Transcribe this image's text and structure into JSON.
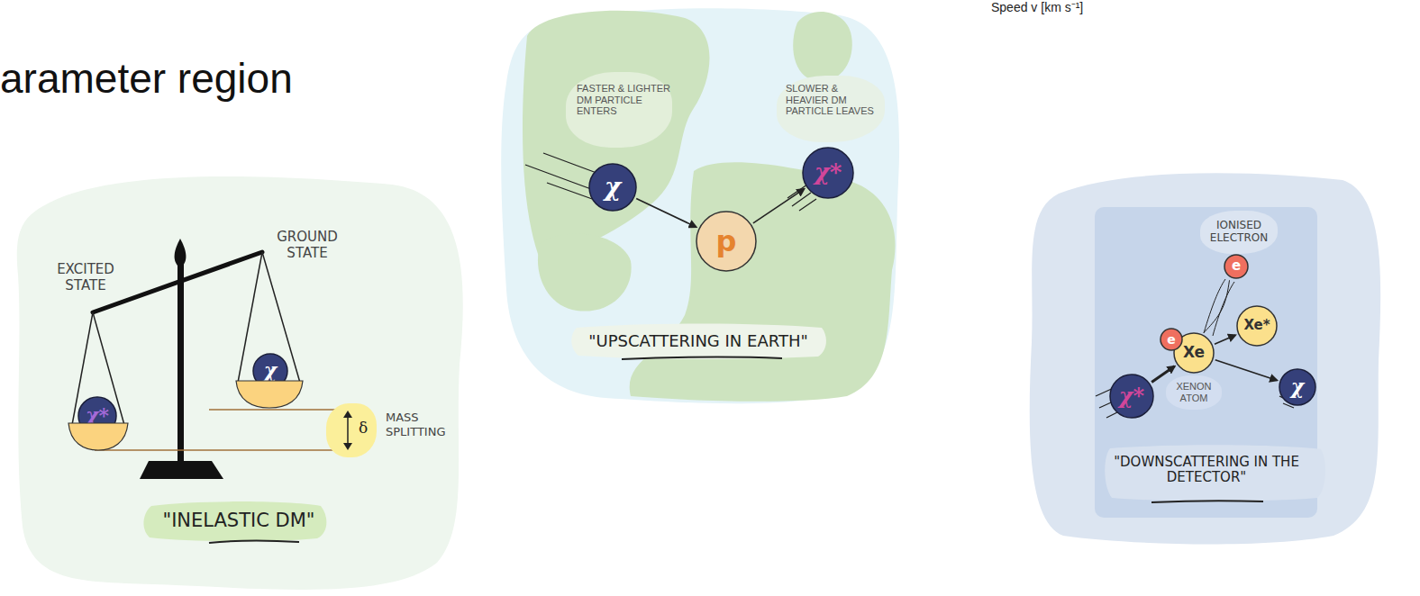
{
  "diagram": {
    "title": "arameter region",
    "nodes": [
      {
        "text": [
          "\"INELASTIC DM\""
        ]
      },
      {
        "text": [
          "χ*"
        ],
        "in": 0
      },
      {
        "text": [
          "χ"
        ],
        "in": 0
      },
      {
        "text": [
          "δ"
        ],
        "in": 0
      },
      {
        "text": [
          "\"UPSCATTERING IN EARTH\""
        ]
      },
      {
        "text": [
          "FASTER & LIGHTER DM PARTICLE ENTERS"
        ],
        "in": 4
      },
      {
        "text": [
          "SLOWER & HEAVIER DM PARTICLE LEAVES"
        ],
        "in": 4
      },
      {
        "text": [
          "χ"
        ],
        "in": 4
      },
      {
        "text": [
          "p"
        ],
        "in": 4
      },
      {
        "text": [
          "χ*"
        ],
        "in": 4
      },
      {
        "text": [
          "\"DOWNSCATTERING IN THE DETECTOR\""
        ]
      },
      {
        "text": [
          "IONISED ELECTRON"
        ],
        "in": 10
      },
      {
        "text": [
          "e"
        ],
        "in": 10
      },
      {
        "text": [
          "χ*"
        ],
        "in": 10
      },
      {
        "text": [
          "e"
        ],
        "in": 10
      },
      {
        "text": [
          "Xe",
          "XENON ATOM"
        ],
        "in": 10
      },
      {
        "text": [
          "Xe*"
        ],
        "in": 10
      },
      {
        "text": [
          "χ"
        ],
        "in": 10
      }
    ],
    "edges": [
      {
        "from": 7,
        "to": 8,
        "arrow": "to"
      },
      {
        "from": 8,
        "to": 9,
        "arrow": "to"
      },
      {
        "from": 13,
        "to": 15,
        "arrow": "to"
      },
      {
        "from": 15,
        "to": 12,
        "arrow": "none"
      },
      {
        "from": 15,
        "to": 16,
        "arrow": "to"
      },
      {
        "from": 15,
        "to": 17,
        "arrow": "to"
      }
    ],
    "labels": [
      "Speed v [km s⁻¹]",
      "EXCITED STATE",
      "GROUND STATE",
      "MASS SPLITTING"
    ]
  }
}
